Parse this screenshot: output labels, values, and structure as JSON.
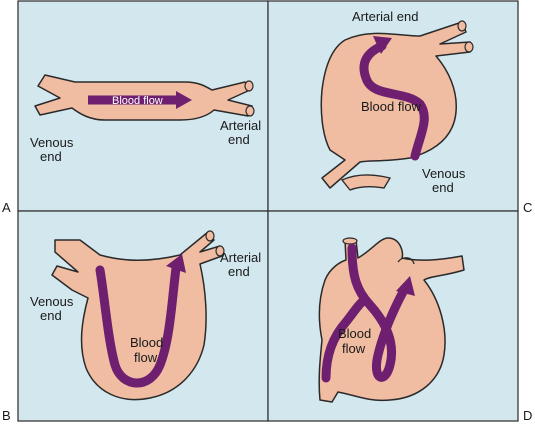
{
  "panel_letters": [
    "A",
    "B",
    "C",
    "D"
  ],
  "panel_a": {
    "flow_label": "Blood flow",
    "venous_line1": "Venous",
    "venous_line2": "end",
    "arterial_line1": "Arterial",
    "arterial_line2": "end"
  },
  "panel_b": {
    "venous_line1": "Venous",
    "venous_line2": "end",
    "arterial_line1": "Arterial",
    "arterial_line2": "end",
    "flow_line1": "Blood",
    "flow_line2": "flow"
  },
  "panel_c": {
    "arterial_label": "Arterial end",
    "flow_label": "Blood flow",
    "venous_line1": "Venous",
    "venous_line2": "end"
  },
  "panel_d": {
    "flow_line1": "Blood",
    "flow_line2": "flow"
  },
  "colors": {
    "background": "#d3e7ee",
    "tissue": "#f0bca2",
    "outline": "#2a2a2a",
    "flow": "#6e1f6f"
  }
}
